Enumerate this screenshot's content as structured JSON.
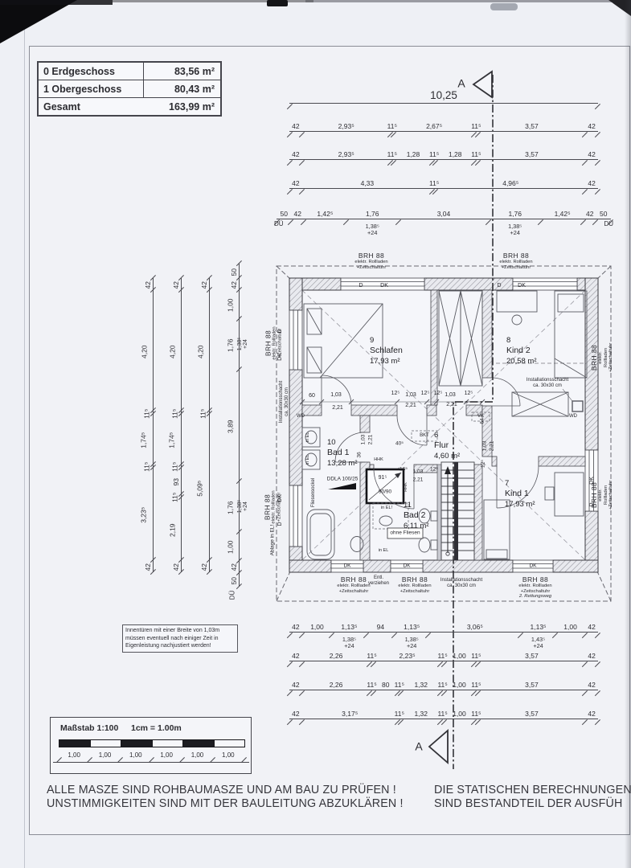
{
  "area_table": {
    "rows": [
      {
        "label": "0 Erdgeschoss",
        "value": "83,56 m²"
      },
      {
        "label": "1 Obergeschoss",
        "value": "80,43 m²"
      },
      {
        "label": "Gesamt",
        "value": "163,99 m²"
      }
    ]
  },
  "section_marker": {
    "letter": "A"
  },
  "dims": {
    "top": {
      "overall": "10,25",
      "rows": [
        {
          "segs": [
            "42",
            "2,93⁵",
            "11⁵",
            "2,67⁵",
            "11⁵",
            "3,57",
            "42"
          ]
        },
        {
          "segs": [
            "42",
            "2,93⁵",
            "11⁵",
            "1,28",
            "11⁵",
            "1,28",
            "11⁵",
            "3,57",
            "42"
          ]
        },
        {
          "segs": [
            "42",
            "4,33",
            "11⁵",
            "4,96⁵",
            "42"
          ]
        },
        {
          "segs": [
            "50",
            "42",
            "1,42⁵",
            "1,76",
            "3,04",
            "1,76",
            "1,42⁵",
            "42",
            "50"
          ],
          "subs": {
            "3": "1,38⁵\n+24",
            "5": "1,38⁵\n+24"
          },
          "ends": "DÜ"
        }
      ]
    },
    "left": {
      "cols": [
        {
          "segs": [
            "42",
            "4,20",
            "11⁵",
            "1,74⁵",
            "11⁵",
            "3,23⁵",
            "42"
          ]
        },
        {
          "segs": [
            "42",
            "4,20",
            "11⁵",
            "1,74⁵",
            "11⁵",
            "93",
            "11⁵",
            "2,19",
            "42"
          ]
        },
        {
          "segs": [
            "42",
            "4,20",
            "11⁵",
            "5,09⁵",
            "42"
          ]
        },
        {
          "segs": [
            "50",
            "42",
            "1,00",
            "1,76",
            "3,89",
            "1,76",
            "1,00",
            "42",
            "50"
          ],
          "subs": {
            "3": "1,38⁵\n+24",
            "5": "1,38⁵\n+24"
          },
          "end": "DÜ"
        }
      ]
    },
    "bottom": {
      "rows": [
        {
          "segs": [
            "42",
            "1,00",
            "1,13⁵",
            "94",
            "1,13⁵",
            "3,06⁵",
            "1,13⁵",
            "1,00",
            "42"
          ],
          "subs": {
            "2": "1,38⁵\n+24",
            "4": "1,38⁵\n+24",
            "6": "1,43⁵\n+24"
          }
        },
        {
          "segs": [
            "42",
            "2,26",
            "11⁵",
            "2,23⁵",
            "11⁵",
            "1,00",
            "11⁵",
            "3,57",
            "42"
          ]
        },
        {
          "segs": [
            "42",
            "2,26",
            "11⁵",
            "80",
            "11⁵",
            "1,32",
            "11⁵",
            "1,00",
            "11⁵",
            "3,57",
            "42"
          ]
        },
        {
          "segs": [
            "42",
            "3,17⁵",
            "11⁵",
            "1,32",
            "11⁵",
            "1,00",
            "11⁵",
            "3,57",
            "42"
          ]
        }
      ]
    }
  },
  "plan": {
    "rooms": [
      {
        "num": "9",
        "name": "Schlafen",
        "area": "17,93 m²"
      },
      {
        "num": "8",
        "name": "Kind 2",
        "area": "20,58 m²"
      },
      {
        "num": "10",
        "name": "Bad 1",
        "area": "13,28 m²"
      },
      {
        "num": "6",
        "name": "Flur",
        "area": "4,60 m²"
      },
      {
        "num": "11",
        "name": "Bad 2",
        "area": "6,11 m²"
      },
      {
        "num": "7",
        "name": "Kind 1",
        "area": "17,93 m²"
      }
    ],
    "window_label": {
      "line1": "BRH 88",
      "line2": "elektr. Rollladen",
      "line3": "+Zeitschaltuhr"
    },
    "marks": {
      "d": "D",
      "dk": "DK",
      "wd": "WD",
      "vk": "VK",
      "bkt": "BKT",
      "hhk": "HHK"
    },
    "labels": {
      "insta_1": "Installationsschacht",
      "insta_2": "ca. 30x30 cm",
      "entl_1": "Entl.",
      "entl_2": "verziehen",
      "rettungsweg": "2. Rettungsweg",
      "ablage": "Ablage in EL!",
      "in_el": "in EL",
      "in_el_ex": "in EL!",
      "ddla": "DDLA 100/25",
      "ohne_fliesen": "ohne Fliesen",
      "fliesensockel": "Fliesensockel",
      "shaft_width": "91⁵",
      "shaft_size": "90/90"
    },
    "inner_dims": {
      "d60": "60",
      "d103": "1,03",
      "d221": "2,21",
      "d125": "12⁵",
      "d405": "40⁵",
      "d36": "36",
      "d64": "64",
      "d165": "16⁵"
    }
  },
  "note_box": {
    "lines": [
      "Innentüren mit einer Breite von 1,03m",
      "müssen eventuell nach einiger Zeit in",
      "Eigenleistung nachjustiert werden!"
    ]
  },
  "scale_box": {
    "title": "Maßstab 1:100",
    "equiv": "1cm = 1.00m",
    "segments": [
      "1,00",
      "1,00",
      "1,00",
      "1,00",
      "1,00",
      "1,00"
    ]
  },
  "footer": {
    "left_line1": "ALLE MASZE SIND ROHBAUMASZE UND AM BAU ZU PRÜFEN !",
    "left_line2": "UNSTIMMIGKEITEN SIND MIT DER BAULEITUNG ABZUKLÄREN !",
    "right_line1": "DIE STATISCHEN BERECHNUNGEN",
    "right_line2": "SIND BESTANDTEIL DER AUSFÜH"
  }
}
